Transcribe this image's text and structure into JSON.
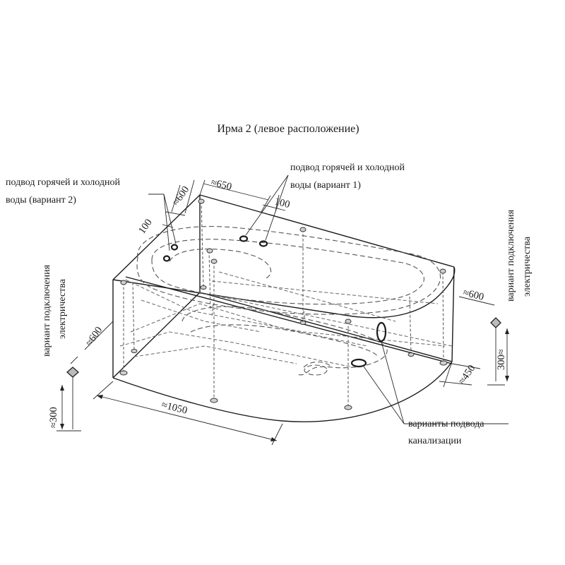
{
  "title": "Ирма 2 (левое расположение)",
  "labels": {
    "water_v2_line1": "подвод горячей и холодной",
    "water_v2_line2": "воды (вариант 2)",
    "water_v1_line1": "подвод горячей и холодной",
    "water_v1_line2": "воды (вариант 1)",
    "elec_left_line1": "вариант подключения",
    "elec_left_line2": "электричества",
    "elec_right_line1": "вариант подключения",
    "elec_right_line2": "электричества",
    "drain_line1": "варианты подвода",
    "drain_line2": "канализации"
  },
  "dimensions": {
    "d650": "≈650",
    "d600_top": "≈600",
    "d100_left": "100",
    "d100_right": "100",
    "d600_left": "≈600",
    "d300_left": "≈300",
    "d1050": "≈1050",
    "d600_right": "≈600",
    "d300_right": "300≈",
    "d450": "≈450"
  }
}
